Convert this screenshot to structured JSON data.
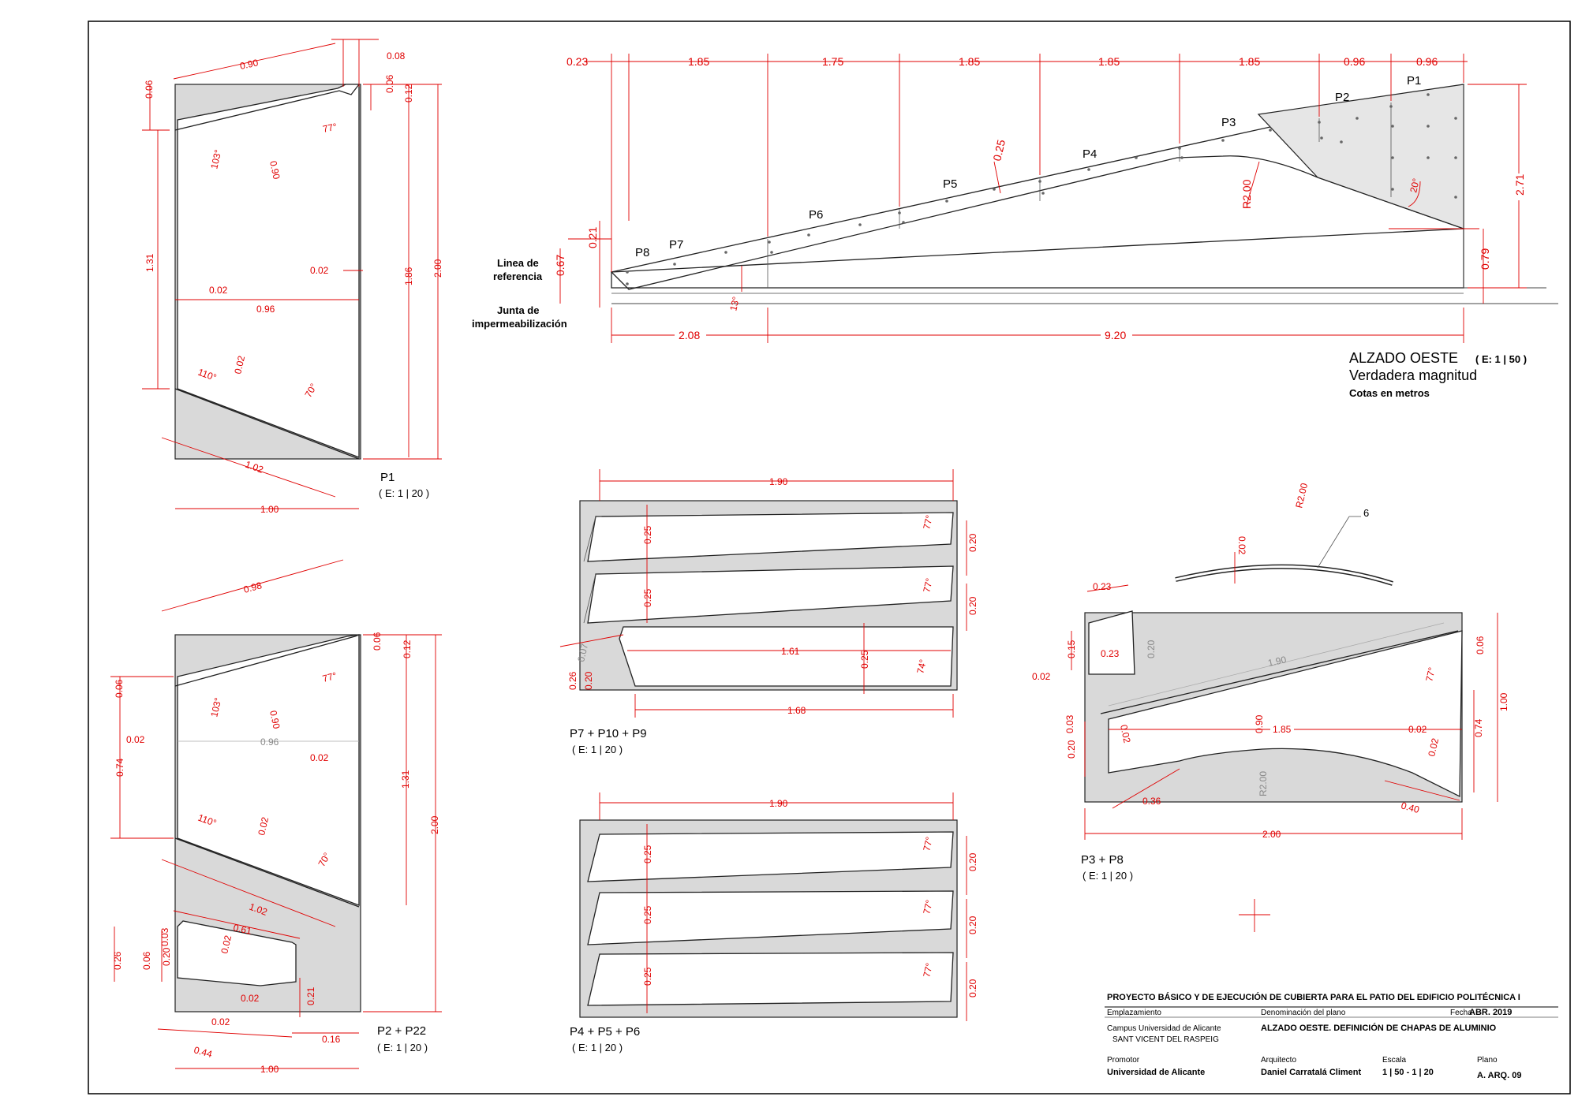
{
  "elevation": {
    "title": "ALZADO OESTE",
    "scale": "( E: 1 | 50 )",
    "subtitle": "Verdadera magnitud",
    "units_note": "Cotas en metros",
    "reference_line_label": [
      "Linea de",
      "referencia"
    ],
    "joint_label": [
      "Junta de",
      "impermeabilización"
    ],
    "top_dims": [
      "0.23",
      "1.85",
      "1.75",
      "1.85",
      "1.85",
      "1.85",
      "0.96",
      "0.96"
    ],
    "bottom_dims": [
      "2.08",
      "9.20"
    ],
    "left_dims": [
      "0.21",
      "0.67"
    ],
    "right_dims": [
      "2.71",
      "0.79"
    ],
    "angles": [
      "13°",
      "20°"
    ],
    "radius": "R2.00",
    "inclined_dim": "0.25",
    "panel_labels": [
      "P1",
      "P2",
      "P3",
      "P4",
      "P5",
      "P6",
      "P7",
      "P8"
    ]
  },
  "details": {
    "p1": {
      "label": "P1",
      "scale": "( E: 1 | 20 )",
      "dims": {
        "top_diag": "0.90",
        "top_right": "0.08",
        "left_top": "0.06",
        "left_mid": "1.31",
        "right_a": "0.06",
        "right_b": "0.12",
        "right_c": "1.86",
        "right_d": "2.00",
        "inner_02a": "0.02",
        "inner_02b": "0.02",
        "inner_096": "0.96",
        "diag_090": "0.90",
        "angle_103": "103°",
        "angle_77": "77°",
        "angle_110": "110°",
        "angle_70": "70°",
        "diag_002": "0.02",
        "bottom_diag": "1.02",
        "bottom": "1.00"
      }
    },
    "p2": {
      "label": "P2 + P22",
      "scale": "( E: 1 | 20 )",
      "dims": {
        "top_diag": "0.98",
        "left_a": "0.06",
        "left_b": "0.02",
        "left_c": "0.74",
        "right_a": "0.06",
        "right_b": "0.12",
        "right_c": "1.31",
        "right_d": "2.00",
        "inner_096": "0.96",
        "inner_02": "0.02",
        "diag_090": "0.90",
        "angle_103": "103°",
        "angle_77": "77°",
        "angle_110": "110°",
        "angle_70": "70°",
        "diag_002": "0.02",
        "diag_102": "1.02",
        "small_061": "0.61",
        "small_002a": "0.02",
        "small_002b": "0.02",
        "small_003": "0.03",
        "small_021": "0.21",
        "left_026": "0.26",
        "left_006": "0.06",
        "left_020": "0.20",
        "bot_002": "0.02",
        "bot_016": "0.16",
        "bot_044": "0.44",
        "bottom": "1.00"
      }
    },
    "p7": {
      "label": "P7 + P10 + P9",
      "scale": "( E: 1 | 20 )",
      "dims": {
        "top": "1.90",
        "h1": "0.25",
        "h2": "0.25",
        "h3": "0.25",
        "angle_a": "77°",
        "angle_b": "77°",
        "angle_c": "74°",
        "r1": "0.20",
        "r2": "0.20",
        "mid": "1.61",
        "bottom": "1.68",
        "left_a": "0.07",
        "left_b": "0.26",
        "left_c": "0.20"
      }
    },
    "p4": {
      "label": "P4 + P5 + P6",
      "scale": "( E: 1 | 20 )",
      "dims": {
        "top": "1.90",
        "h1": "0.25",
        "h2": "0.25",
        "h3": "0.25",
        "angle_a": "77°",
        "angle_b": "77°",
        "angle_c": "77°",
        "r1": "0.20",
        "r2": "0.20",
        "r3": "0.20"
      }
    },
    "p3": {
      "label": "P3 + P8",
      "scale": "( E: 1 | 20 )",
      "dims": {
        "arc_h": "0.02",
        "arc_r": "R2.00",
        "callout": "6",
        "top_left": "0.23",
        "box_w": "0.23",
        "box_h": "0.20",
        "left_015": "0.15",
        "left_002": "0.02",
        "diag_190": "1.90",
        "right_006": "0.06",
        "right_100": "1.00",
        "angle_77": "77°",
        "inner_002": "0.02",
        "inner_090": "0.90",
        "inner_185": "1.85",
        "inner_002b": "0.02",
        "left_003": "0.03",
        "left_020": "0.20",
        "right_074": "0.74",
        "diag_002": "0.02",
        "arc_inner": "R2.00",
        "bot_036": "0.36",
        "bot_040": "0.40",
        "bottom": "2.00"
      }
    }
  },
  "title_block": {
    "project": "PROYECTO BÁSICO Y DE EJECUCIÓN DE CUBIERTA PARA EL PATIO DEL EDIFICIO POLITÉCNICA I",
    "emplazamiento_label": "Emplazamiento",
    "emplazamiento_1": "Campus Universidad de Alicante",
    "emplazamiento_2": "SANT VICENT DEL RASPEIG",
    "denominacion_label": "Denominación del plano",
    "denominacion": "ALZADO OESTE. DEFINICIÓN DE CHAPAS DE ALUMINIO",
    "fecha_label": "Fecha",
    "fecha": "ABR. 2019",
    "promotor_label": "Promotor",
    "promotor": "Universidad de Alicante",
    "arquitecto_label": "Arquitecto",
    "arquitecto": "Daniel Carratalá Climent",
    "escala_label": "Escala",
    "escala": "1 | 50 - 1 | 20",
    "plano_label": "Plano",
    "plano": "A. ARQ. 09"
  },
  "colors": {
    "dimension": "#e00000",
    "sheet_fill": "#d9d9d9",
    "line": "#222222"
  }
}
